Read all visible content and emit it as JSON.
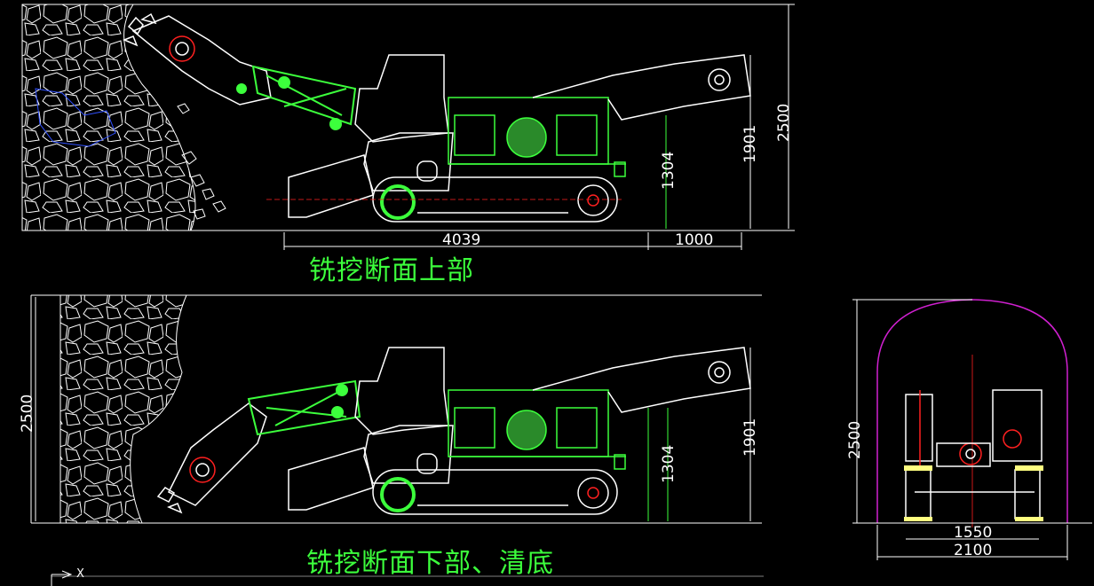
{
  "views": {
    "upper": {
      "caption": "铣挖断面上部",
      "dims": {
        "length": "4039",
        "extension": "1000",
        "track_height": "1304",
        "body_height": "1901",
        "tunnel_height": "2500"
      }
    },
    "lower": {
      "caption": "铣挖断面下部、清底",
      "dims": {
        "track_height": "1304",
        "body_height": "1901",
        "tunnel_height": "2500"
      }
    },
    "section": {
      "dims": {
        "height": "2500",
        "track_width": "1550",
        "tunnel_width": "2100"
      }
    }
  },
  "axis_label": "X",
  "colors": {
    "background": "#000000",
    "lines": "#ffffff",
    "machine": "#3cff3c",
    "centerline": "#ff2020",
    "tunnel_arch": "#d020d0",
    "caption": "#3cff3c"
  }
}
